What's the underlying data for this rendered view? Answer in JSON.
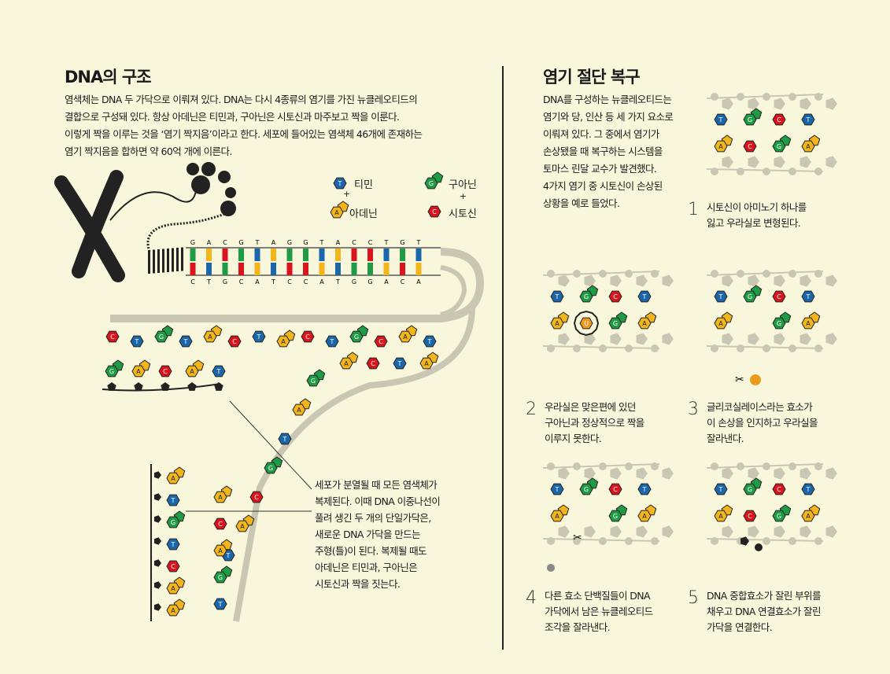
{
  "left": {
    "title": "DNA의 구조",
    "intro": "염색체는 DNA 두 가닥으로 이뤄져 있다. DNA는 다시 4종류의 염기를 가진 뉴클레오티드의\n결합으로 구성돼 있다. 항상 아데닌은 티민과, 구아닌은 시토신과 마주보고 짝을 이룬다.\n이렇게 짝을 이루는 것을 ‘염기 짝지음’이라고 한다. 세포에 들어있는 염색체 46개에 존재하는\n염기 짝지음을 합하면 약 60억 개에 이른다.",
    "legend": {
      "T": "티민",
      "A": "아데닌",
      "G": "구아닌",
      "C": "시토신",
      "plus": "+"
    },
    "top_sequence": [
      "G",
      "A",
      "C",
      "G",
      "T",
      "A",
      "G",
      "G",
      "T",
      "A",
      "C",
      "C",
      "T",
      "G",
      "T"
    ],
    "bottom_sequence": [
      "C",
      "T",
      "G",
      "C",
      "A",
      "T",
      "C",
      "C",
      "A",
      "T",
      "G",
      "G",
      "A",
      "C",
      "A"
    ],
    "replication_note": "세포가 분열될 때 모든 염색체가\n복제된다. 이때 DNA 이중나선이\n풀려 생긴 두 개의 단일가닥은,\n새로운 DNA 가닥을 만드는\n주형(틀)이 된다. 복제될 때도\n아데닌은 티민과, 구아닌은\n시토신과 짝을 짓는다."
  },
  "right": {
    "title": "염기 절단 복구",
    "intro": "DNA를 구성하는 뉴클레오티드는\n염기와 당, 인산 등 세 가지 요소로\n이뤄져 있다. 그 중에서 염기가\n손상됐을 때 복구하는 시스템을\n토마스 린달 교수가 발견했다.\n4가지 염기 중 시토신이 손상된\n상황을 예로 들었다.",
    "steps": [
      {
        "num": "1",
        "text": "시토신이 아미노기 하나를\n잃고 우라실로 변형된다.",
        "top": [
          "T",
          "G",
          "C",
          "T"
        ],
        "bottom": [
          "A",
          "C",
          "G",
          "A"
        ]
      },
      {
        "num": "2",
        "text": "우라실은 맞은편에 있던\n구아닌과 정상적으로 짝을\n이루지 못한다.",
        "top": [
          "T",
          "G",
          "C",
          "T"
        ],
        "bottom": [
          "A",
          "U",
          "G",
          "A"
        ]
      },
      {
        "num": "3",
        "text": "글리코실레이스라는 효소가\n이 손상을 인지하고 우라실을\n잘라낸다.",
        "top": [
          "T",
          "G",
          "C",
          "T"
        ],
        "bottom": [
          "A",
          "",
          "G",
          "A"
        ]
      },
      {
        "num": "4",
        "text": "다른 효소 단백질들이 DNA\n가닥에서 남은 뉴클레오티드\n조각을 잘라낸다.",
        "top": [
          "T",
          "G",
          "C",
          "T"
        ],
        "bottom": [
          "A",
          "",
          "G",
          "A"
        ]
      },
      {
        "num": "5",
        "text": "DNA 중합효소가 잘린 부위를\n채우고 DNA 연결효소가 잘린\n가닥을 연결한다.",
        "top": [
          "T",
          "G",
          "C",
          "T"
        ],
        "bottom": [
          "A",
          "C",
          "G",
          "A"
        ]
      }
    ]
  },
  "colors": {
    "T": "#1a66a8",
    "A": "#f2b51c",
    "G": "#1f9a45",
    "C": "#d9141c",
    "U": "#ec9a1f",
    "backbone": "#c9c7b3",
    "background": "#f8f7dc"
  }
}
